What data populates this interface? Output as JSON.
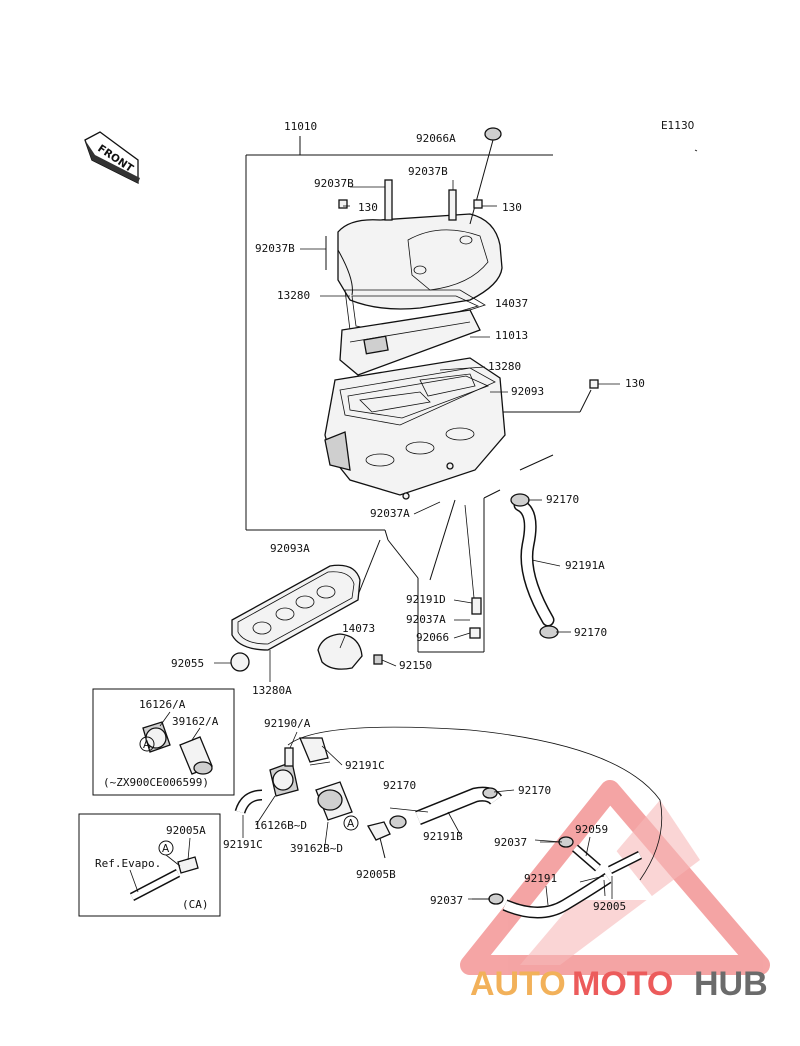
{
  "diagram_code": "E1130",
  "front_label": "FRONT",
  "parts": {
    "p11010": "11010",
    "p92066A": "92066A",
    "p92037B_1": "92037B",
    "p92037B_2": "92037B",
    "p130_1": "130",
    "p130_2": "130",
    "p92037B_3": "92037B",
    "p13280_1": "13280",
    "p14037": "14037",
    "p11013": "11013",
    "p13280_2": "13280",
    "p92093": "92093",
    "p130_3": "130",
    "p92170_1": "92170",
    "p92037A_1": "92037A",
    "p92093A": "92093A",
    "p92191A": "92191A",
    "p92191D": "92191D",
    "p92037A_2": "92037A",
    "p14073": "14073",
    "p92066": "92066",
    "p92170_2": "92170",
    "p92055": "92055",
    "p92150": "92150",
    "p13280A": "13280A"
  },
  "inset1": {
    "p16126A": "16126/A",
    "p39162A": "39162/A",
    "serial_note": "(~ZX900CE006599)"
  },
  "lower": {
    "p92190A": "92190/A",
    "p92191C_1": "92191C",
    "p92170_3": "92170",
    "p92170_4": "92170",
    "p16126B_D": "16126B~D",
    "p92191C_2": "92191C",
    "p39162B_D": "39162B~D",
    "p92005B": "92005B",
    "p92191B": "92191B",
    "p92037_1": "92037",
    "p92059": "92059",
    "p92191": "92191",
    "p92037_2": "92037",
    "p92005": "92005",
    "marker_a1": "A",
    "marker_a2": "A"
  },
  "inset2": {
    "p92005A": "92005A",
    "ref_label": "Ref.Evapo.",
    "region_note": "(CA)",
    "marker_a": "A"
  },
  "watermark": {
    "part1": "AUTO",
    "part2": "MOTO",
    "part3": "HUB",
    "color_orange": "#f2b15a",
    "color_red": "#ec5b5b",
    "color_gray": "#6b6b6b"
  }
}
